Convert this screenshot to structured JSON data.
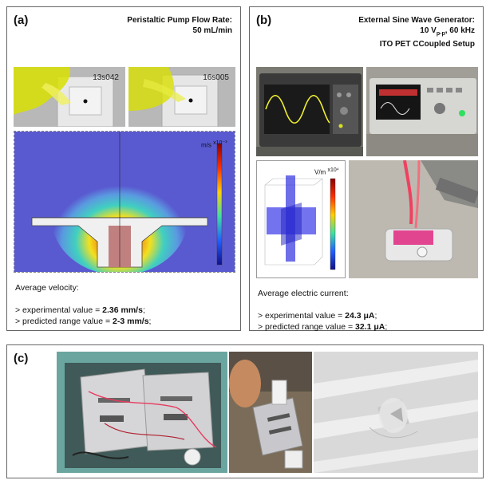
{
  "panel_a": {
    "tag": "(a)",
    "title_line1": "Peristaltic Pump Flow Rate:",
    "title_line2": "50 mL/min",
    "timestamps": [
      "13s042",
      "16s005"
    ],
    "sim_unit": "m/s",
    "sim_exponent": "x10⁻³",
    "avg_label": "Average velocity:",
    "exp_prefix": "> experimental value = ",
    "exp_value": "2.36 mm/s",
    "exp_suffix": ";",
    "pred_prefix": "> predicted range value = ",
    "pred_value": "2-3 mm/s",
    "pred_suffix": ";"
  },
  "panel_b": {
    "tag": "(b)",
    "title_line1": "External Sine Wave Generator:",
    "title_line2_a": "10 V",
    "title_line2_sub": "p-p",
    "title_line2_b": ", 60 kHz",
    "title_line3": "ITO PET CCoupled Setup",
    "field_unit": "V/m",
    "field_exponent": "x10⁴",
    "avg_label": "Average electric current:",
    "exp_prefix": "> experimental value = ",
    "exp_value": "24.3 μA",
    "exp_suffix": ";",
    "pred_prefix": "> predicted range value = ",
    "pred_value": "32.1 μA",
    "pred_suffix": ";"
  },
  "panel_c": {
    "tag": "(c)"
  },
  "colors": {
    "border": "#666666",
    "sim_background": "#5a5ad0",
    "yellow_dye": "#e6e600",
    "cable_red": "#e83a5e"
  }
}
